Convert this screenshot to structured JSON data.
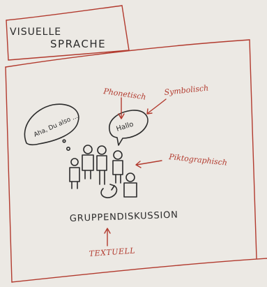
{
  "title": {
    "line1": "VISUELLE",
    "line2": "SPRACHE"
  },
  "labels": {
    "phonetic": "Phonetisch",
    "symbolic": "Symbolisch",
    "pictographic": "Piktographisch",
    "textual": "TEXTUELL"
  },
  "bubbles": {
    "left": "Aha, Du also ...",
    "right": "Hallo"
  },
  "caption": "GRUPPENDISKUSSION",
  "colors": {
    "paper": "#ece9e4",
    "ink": "#2b2b2b",
    "accent": "#b23a2e"
  }
}
